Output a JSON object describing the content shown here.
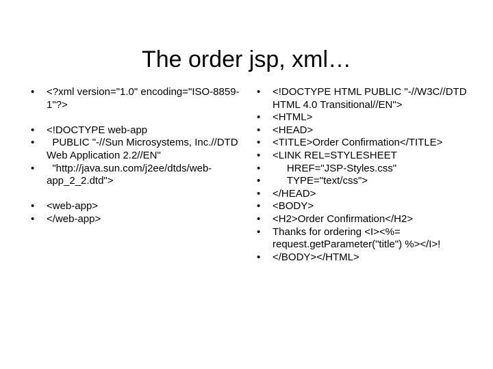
{
  "slide": {
    "title": "The order jsp, xml…",
    "background_color": "#ffffff",
    "text_color": "#000000",
    "bullet_glyph": "•"
  },
  "left_column": {
    "name": "web-xml-listing",
    "items": [
      {
        "text": "<?xml version=\"1.0\" encoding=\"ISO-8859-1\"?>",
        "gap_before": false
      },
      {
        "text": "<!DOCTYPE web-app",
        "gap_before": true
      },
      {
        "text": "  PUBLIC \"-//Sun Microsystems, Inc.//DTD Web Application 2.2//EN\"",
        "gap_before": false
      },
      {
        "text": "  \"http://java.sun.com/j2ee/dtds/web-app_2_2.dtd\">",
        "gap_before": false
      },
      {
        "text": "<web-app>",
        "gap_before": true
      },
      {
        "text": "</web-app>",
        "gap_before": false
      }
    ]
  },
  "right_column": {
    "name": "order-confirmation-jsp-listing",
    "items": [
      {
        "text": "<!DOCTYPE HTML PUBLIC \"-//W3C//DTD HTML 4.0 Transitional//EN\">",
        "gap_before": false
      },
      {
        "text": "<HTML>",
        "gap_before": false
      },
      {
        "text": "<HEAD>",
        "gap_before": false
      },
      {
        "text": "<TITLE>Order Confirmation</TITLE>",
        "gap_before": false
      },
      {
        "text": "<LINK REL=STYLESHEET",
        "gap_before": false
      },
      {
        "text": "     HREF=\"JSP-Styles.css\"",
        "gap_before": false
      },
      {
        "text": "     TYPE=\"text/css\">",
        "gap_before": false
      },
      {
        "text": "</HEAD>",
        "gap_before": false
      },
      {
        "text": "<BODY>",
        "gap_before": false
      },
      {
        "text": "<H2>Order Confirmation</H2>",
        "gap_before": false
      },
      {
        "text": "Thanks for ordering <I><%= request.getParameter(\"title\") %></I>!",
        "gap_before": false
      },
      {
        "text": "</BODY></HTML>",
        "gap_before": false
      }
    ]
  }
}
